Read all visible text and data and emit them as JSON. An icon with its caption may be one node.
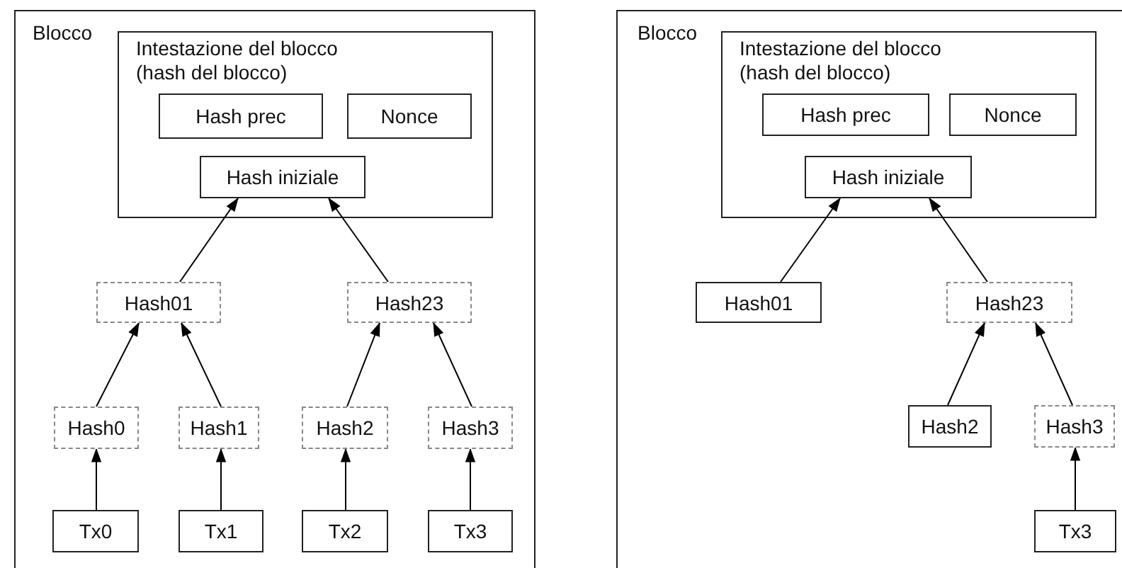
{
  "diagram": {
    "nodes": [
      {
        "text": [
          "Blocco"
        ]
      },
      {
        "text": [
          "Intestazione del blocco (hash del blocco)"
        ],
        "in": 0
      },
      {
        "text": [
          "Hash prec"
        ],
        "in": 1
      },
      {
        "text": [
          "Nonce"
        ],
        "in": 1
      },
      {
        "text": [
          "Hash iniziale"
        ],
        "in": 1
      },
      {
        "text": [
          "Hash01"
        ],
        "in": 0
      },
      {
        "text": [
          "Hash23"
        ],
        "in": 0
      },
      {
        "text": [
          "Hash0"
        ],
        "in": 0
      },
      {
        "text": [
          "Hash1"
        ],
        "in": 0
      },
      {
        "text": [
          "Hash2"
        ],
        "in": 0
      },
      {
        "text": [
          "Hash3"
        ],
        "in": 0
      },
      {
        "text": [
          "Tx0"
        ],
        "in": 0
      },
      {
        "text": [
          "Tx1"
        ],
        "in": 0
      },
      {
        "text": [
          "Tx2"
        ],
        "in": 0
      },
      {
        "text": [
          "Tx3"
        ],
        "in": 0
      },
      {
        "text": [
          "Blocco"
        ]
      },
      {
        "text": [
          "Intestazione del blocco (hash del blocco)"
        ],
        "in": 15
      },
      {
        "text": [
          "Hash prec"
        ],
        "in": 16
      },
      {
        "text": [
          "Nonce"
        ],
        "in": 16
      },
      {
        "text": [
          "Hash iniziale"
        ],
        "in": 16
      },
      {
        "text": [
          "Hash01"
        ],
        "in": 15
      },
      {
        "text": [
          "Hash23"
        ],
        "in": 15
      },
      {
        "text": [
          "Hash2"
        ],
        "in": 15
      },
      {
        "text": [
          "Hash3"
        ],
        "in": 15
      },
      {
        "text": [
          "Tx3"
        ],
        "in": 15
      }
    ],
    "edges": [
      {
        "from": 5,
        "to": 4,
        "arrow": "to"
      },
      {
        "from": 6,
        "to": 4,
        "arrow": "to"
      },
      {
        "from": 7,
        "to": 5,
        "arrow": "to"
      },
      {
        "from": 8,
        "to": 5,
        "arrow": "to"
      },
      {
        "from": 9,
        "to": 6,
        "arrow": "to"
      },
      {
        "from": 10,
        "to": 6,
        "arrow": "to"
      },
      {
        "from": 11,
        "to": 7,
        "arrow": "to"
      },
      {
        "from": 12,
        "to": 8,
        "arrow": "to"
      },
      {
        "from": 13,
        "to": 9,
        "arrow": "to"
      },
      {
        "from": 14,
        "to": 10,
        "arrow": "to"
      },
      {
        "from": 20,
        "to": 19,
        "arrow": "to"
      },
      {
        "from": 21,
        "to": 19,
        "arrow": "to"
      },
      {
        "from": 22,
        "to": 21,
        "arrow": "to"
      },
      {
        "from": 23,
        "to": 21,
        "arrow": "to"
      },
      {
        "from": 24,
        "to": 23,
        "arrow": "to"
      }
    ]
  }
}
